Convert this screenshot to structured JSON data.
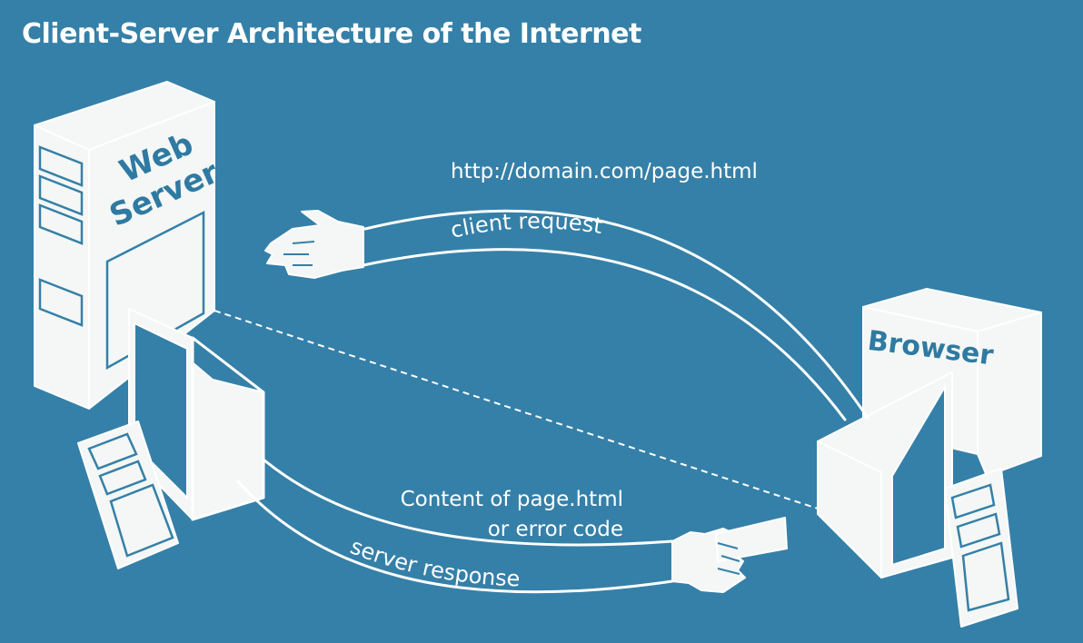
{
  "title": "Client-Server Architecture of the Internet",
  "server": {
    "label_line1": "Web",
    "label_line2": "Server"
  },
  "browser": {
    "label": "Browser"
  },
  "request": {
    "url": "http://domain.com/page.html",
    "label": "client request"
  },
  "response": {
    "content_line1": "Content of page.html",
    "content_line2": "or error code",
    "label": "server response"
  },
  "colors": {
    "background": "#3580a8",
    "foreground": "#ffffff"
  }
}
